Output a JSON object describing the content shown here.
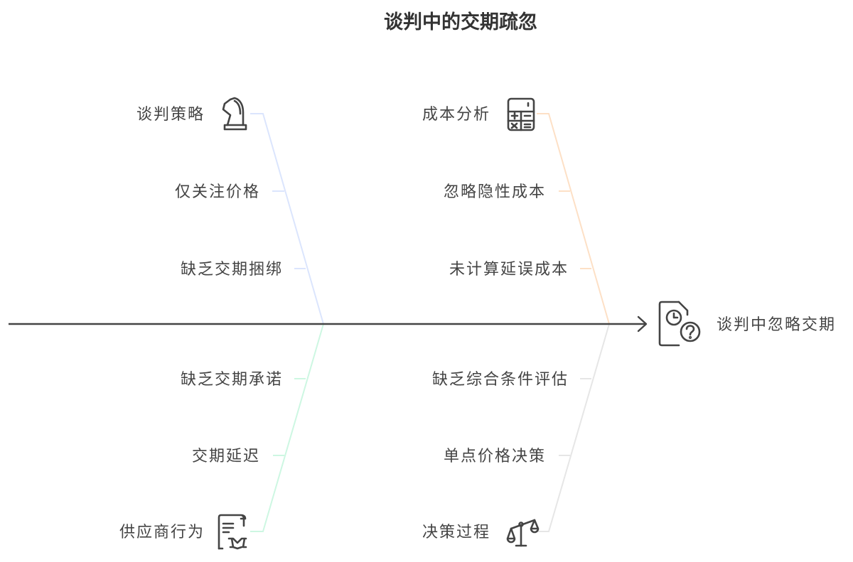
{
  "title": "谈判中的交期疏忽",
  "effect": {
    "label": "谈判中忽略交期",
    "icon": "document-clock-question-icon"
  },
  "categories": [
    {
      "label": "谈判策略",
      "icon": "chess-knight-icon",
      "color": "#dbe5fd",
      "causes": [
        "仅关注价格",
        "缺乏交期捆绑"
      ]
    },
    {
      "label": "成本分析",
      "icon": "calculator-icon",
      "color": "#fde0c6",
      "causes": [
        "忽略隐性成本",
        "未计算延误成本"
      ]
    },
    {
      "label": "供应商行为",
      "icon": "contract-handshake-icon",
      "color": "#cdf7e2",
      "causes": [
        "缺乏交期承诺",
        "交期延迟"
      ]
    },
    {
      "label": "决策过程",
      "icon": "balance-scale-icon",
      "color": "#e6e6e6",
      "causes": [
        "缺乏综合条件评估",
        "单点价格决策"
      ]
    }
  ]
}
